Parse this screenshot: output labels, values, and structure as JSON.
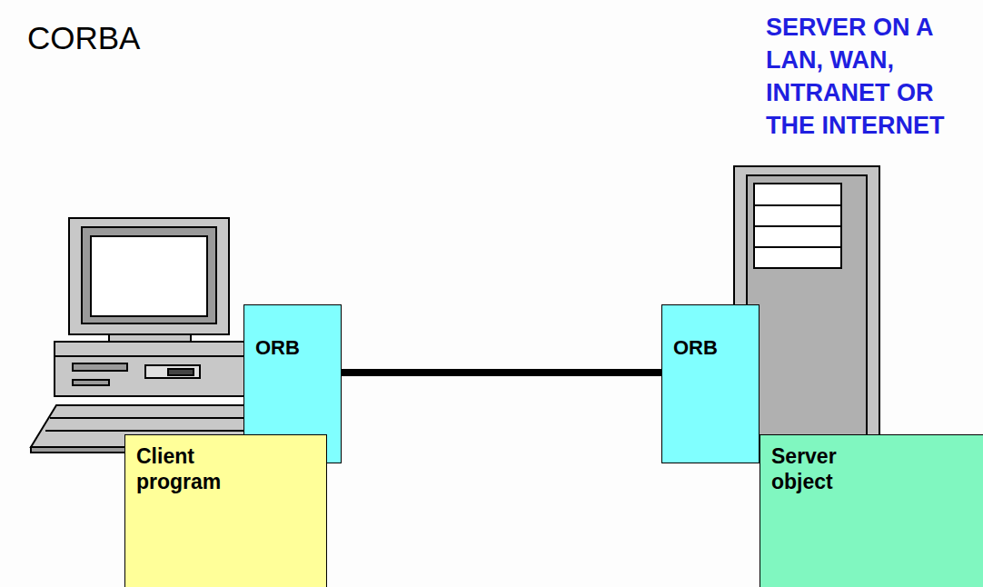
{
  "diagram": {
    "title": "CORBA",
    "nodes": [
      {
        "text": [
          "ORB"
        ]
      },
      {
        "text": [
          "ORB"
        ]
      },
      {
        "text": [
          "Client program"
        ]
      },
      {
        "text": [
          "Server object"
        ]
      }
    ],
    "edges": [
      {
        "from": 0,
        "to": 1,
        "arrow": "none"
      }
    ],
    "labels": [
      "SERVER ON A LAN, WAN, INTRANET OR THE INTERNET"
    ]
  }
}
